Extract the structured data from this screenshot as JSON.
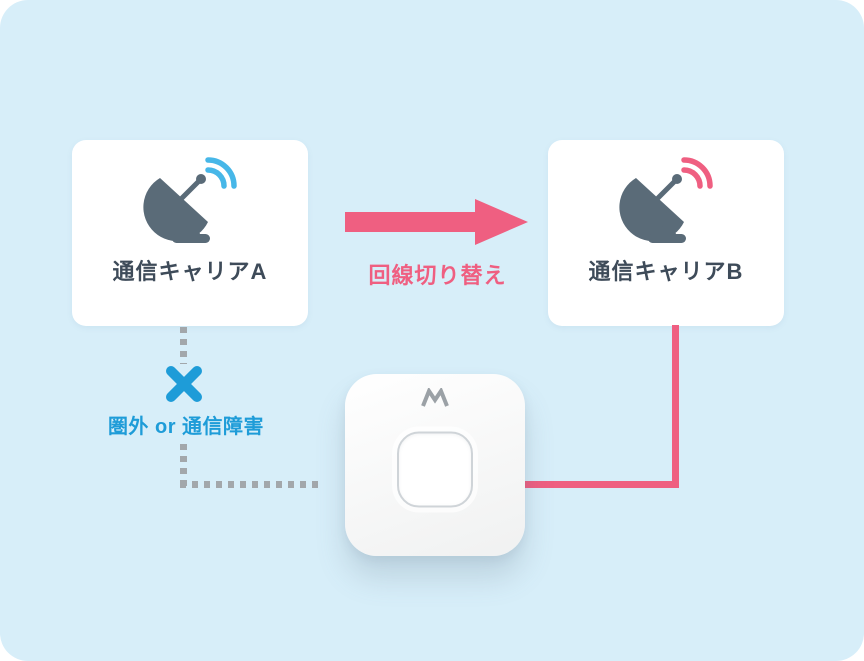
{
  "diagram": {
    "carrier_a": {
      "label": "通信キャリアA",
      "icon": "satellite-dish-icon",
      "wave_color": "#47b7e8"
    },
    "carrier_b": {
      "label": "通信キャリアB",
      "icon": "satellite-dish-icon",
      "wave_color": "#ef5f81"
    },
    "arrow_label": "回線切り替え",
    "failure_label": "圏外 or 通信障害",
    "device": {
      "icon": "router-device",
      "logo_icon": "brand-m-logo-icon"
    },
    "colors": {
      "background": "#d7eef9",
      "card": "#ffffff",
      "accent_pink": "#ef5f81",
      "accent_blue": "#1e9cd8",
      "dish_gray": "#5a6b78",
      "dotted_gray": "#a2a7ab",
      "text_dark": "#3e4b59"
    }
  }
}
